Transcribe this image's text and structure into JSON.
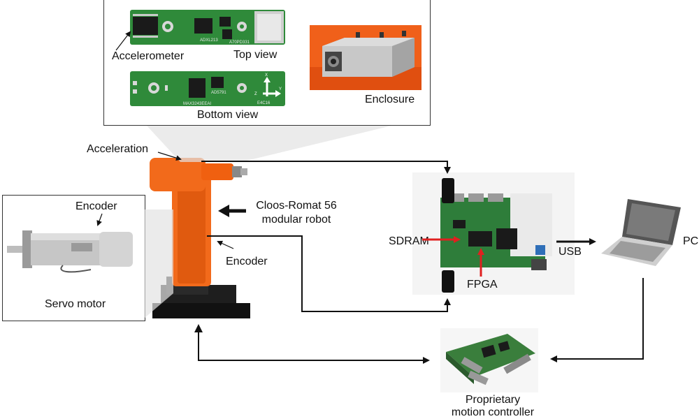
{
  "labels": {
    "accelerometer": "Accelerometer",
    "top_view": "Top view",
    "bottom_view": "Bottom view",
    "enclosure": "Enclosure",
    "acceleration": "Acceleration",
    "robot_line1": "Cloos-Romat 56",
    "robot_line2": "modular robot",
    "encoder_motor": "Encoder",
    "encoder_robot": "Encoder",
    "servo_motor": "Servo motor",
    "sdram": "SDRAM",
    "fpga": "FPGA",
    "usb": "USB",
    "pc": "PC",
    "controller_line1": "Proprietary",
    "controller_line2": "motion controller"
  },
  "pcb_text": {
    "top_chip": "A70PD331",
    "top_small": "ADXL213",
    "bottom_chip": "AD5791",
    "bottom_small": "MAX3243EEAI",
    "bottom_code": "E4C16",
    "axis_x": "X",
    "axis_y": "Y",
    "axis_z": "Z"
  },
  "colors": {
    "robot_orange": "#f26a1b",
    "pcb_green": "#2f8a3a",
    "arrow_red": "#e02020",
    "line": "#111111"
  },
  "icons": [
    "accelerometer-board-top",
    "accelerometer-board-bottom",
    "enclosure-photo",
    "servo-motor-photo",
    "robot-arm",
    "fpga-board-photo",
    "laptop-photo",
    "motion-controller-photo"
  ]
}
